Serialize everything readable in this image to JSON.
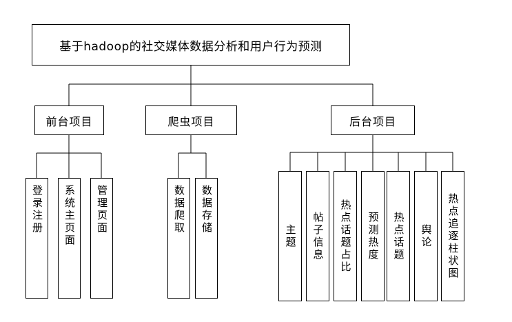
{
  "diagram": {
    "title": "基于hadoop的社交媒体数据分析和用户行为预测",
    "type": "tree",
    "orientation": "top-down",
    "colors": {
      "stroke": "#000000",
      "fill": "#ffffff",
      "text": "#000000"
    },
    "root": {
      "label": "基于hadoop的社交媒体数据分析和用户行为预测"
    },
    "branches": [
      {
        "label": "前台项目",
        "leaves": [
          {
            "label": "登录注册"
          },
          {
            "label": "系统主页面"
          },
          {
            "label": "管理页面"
          }
        ]
      },
      {
        "label": "爬虫项目",
        "leaves": [
          {
            "label": "数据爬取"
          },
          {
            "label": "数据存储"
          }
        ]
      },
      {
        "label": "后台项目",
        "leaves": [
          {
            "label": "主题"
          },
          {
            "label": "帖子信息"
          },
          {
            "label": "热点话题占比"
          },
          {
            "label": "预测热度"
          },
          {
            "label": "热点话题"
          },
          {
            "label": "舆论"
          },
          {
            "label": "热点追逐柱状图"
          }
        ]
      }
    ]
  }
}
